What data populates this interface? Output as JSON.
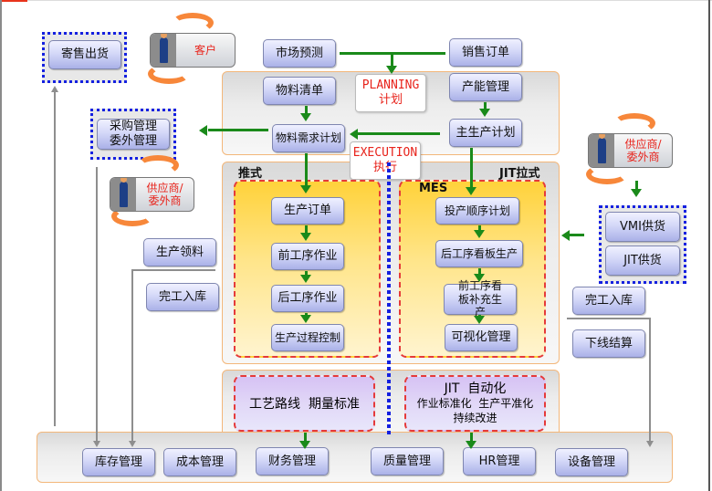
{
  "external": {
    "consignment": "寄售出货",
    "customer": "客户",
    "purchasing": [
      "采购管理",
      "委外管理"
    ],
    "supplier_left": [
      "供应商/",
      "委外商"
    ],
    "supplier_right": [
      "供应商/",
      "委外商"
    ],
    "vmi": "VMI供货",
    "jit_supply": "JIT供货",
    "material_issue": "生产领料",
    "left_completion": "完工入库",
    "right_completion": "完工入库",
    "offline_settlement": "下线结算"
  },
  "planning": {
    "market_forecast": "市场预测",
    "sales_order": "销售订单",
    "bom": "物料清单",
    "capacity": "产能管理",
    "mrp": "物料需求计划",
    "mps": "主生产计划",
    "label_en": "PLANNING",
    "label_cn": "计划"
  },
  "execution": {
    "label_en": "EXECUTION",
    "label_cn": "执行",
    "push_label": "推式",
    "pull_label": "JIT拉式",
    "mes_label": "MES",
    "push_steps": [
      "生产订单",
      "前工序作业",
      "后工序作业",
      "生产过程控制"
    ],
    "pull_steps": [
      "投产顺序计划",
      "后工序看板生产",
      "前工序看板补充生产",
      "可视化管理"
    ]
  },
  "foundation": {
    "routing": "工艺路线  期量标准",
    "jit_title": "JIT  自动化",
    "jit_line2": "作业标准化  生产平准化",
    "jit_line3": "持续改进"
  },
  "bottom": {
    "items": [
      "库存管理",
      "成本管理",
      "财务管理",
      "质量管理",
      "HR管理",
      "设备管理"
    ]
  },
  "colors": {
    "arrow_green": "#1a8a1a",
    "accent_red": "#e8241c",
    "dotted_blue": "#1420e0",
    "panel_border": "#f3b77a"
  }
}
